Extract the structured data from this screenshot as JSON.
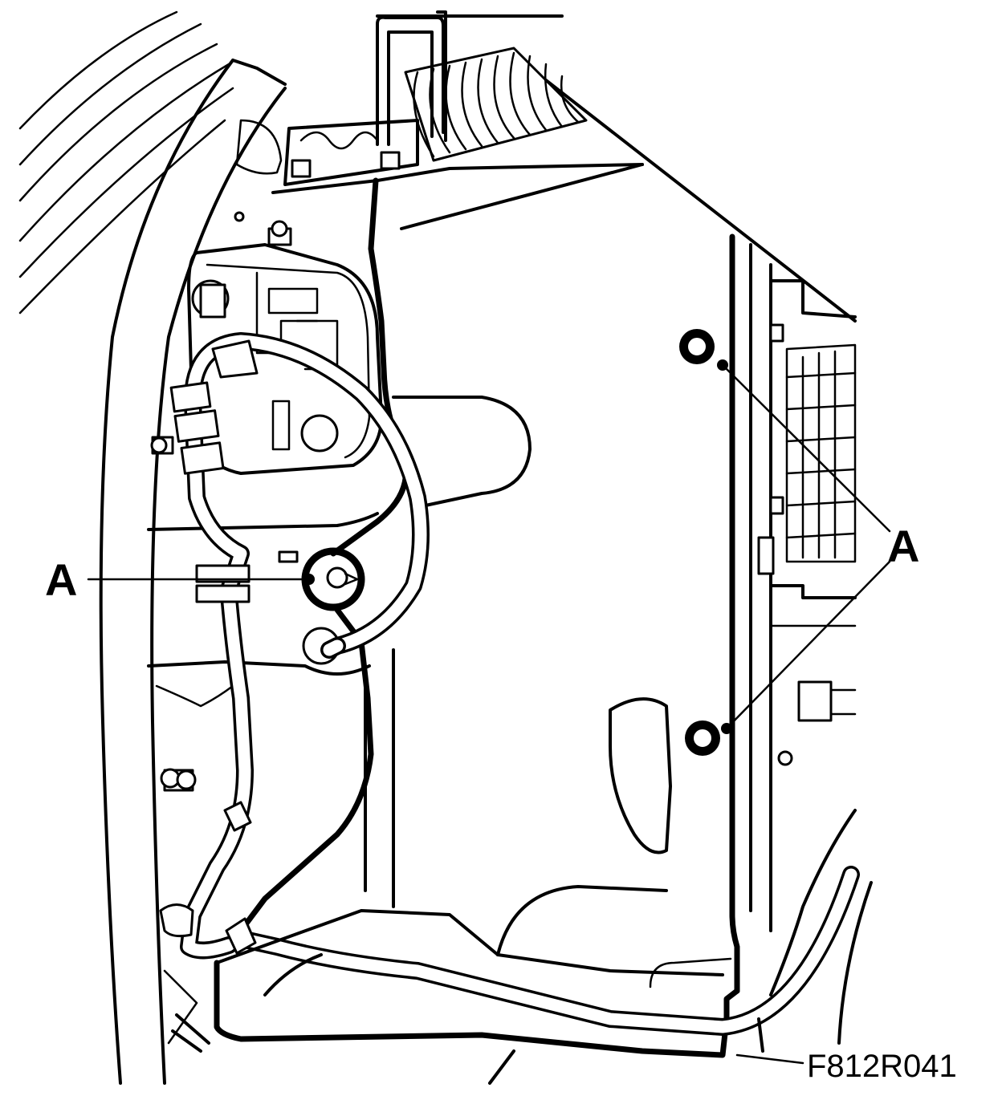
{
  "callouts": {
    "left_label": "A",
    "right_label": "A"
  },
  "figure_id": "F812R041"
}
